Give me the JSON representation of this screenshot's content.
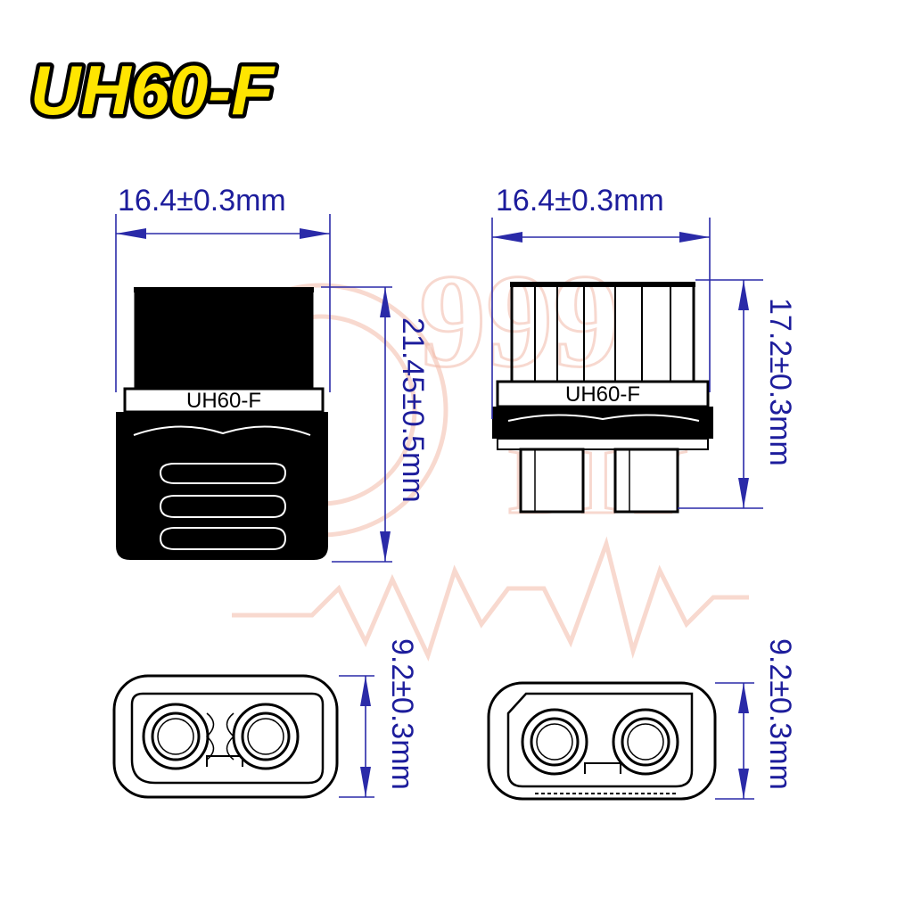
{
  "title": "UH60-F",
  "connector_label": "UH60-F",
  "watermark": {
    "number": "999",
    "word": "DIY"
  },
  "dimensions": {
    "left_width": "16.4±0.3mm",
    "left_height": "21.45±0.5mm",
    "right_width": "16.4±0.3mm",
    "right_height": "17.2±0.3mm",
    "left_face_height": "9.2±0.3mm",
    "right_face_height": "9.2±0.3mm"
  },
  "colors": {
    "title_fill": "#ffe500",
    "title_stroke": "#000000",
    "dimension": "#1d1d9c",
    "watermark": "#f2b9a8"
  }
}
